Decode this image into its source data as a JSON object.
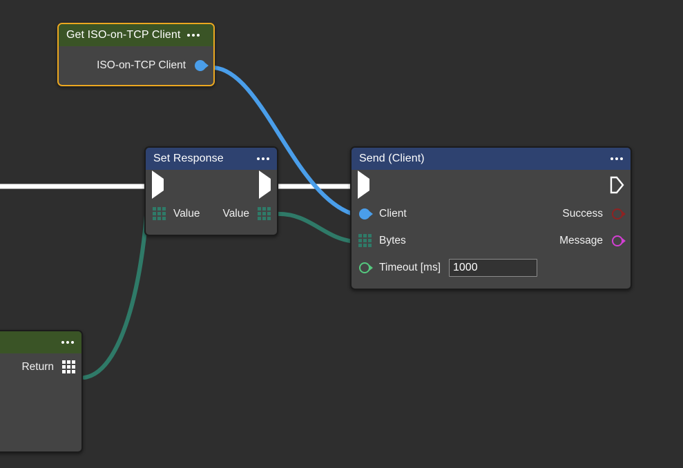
{
  "canvas": {
    "background": "#2e2e2e",
    "node_body_color": "#444444",
    "node_border_color": "#1b1b1b",
    "selection_color": "#eca820",
    "header_blue": "#2e4270",
    "header_green": "#3a5426",
    "wire_exec_color": "#ffffff",
    "wire_object_color": "#4a9eea",
    "wire_struct_color": "#2f7a68"
  },
  "nodes": {
    "get_client": {
      "title": "Get ISO-on-TCP Client",
      "menu_icon": "ellipsis-icon",
      "selected": true,
      "header_color": "#3a5426",
      "outputs": [
        {
          "label": "ISO-on-TCP Client",
          "pin": "object-pin-filled",
          "color": "#4a9eea"
        }
      ]
    },
    "set_response": {
      "title": "Set Response",
      "menu_icon": "ellipsis-icon",
      "header_color": "#2e4270",
      "exec_in": "exec-pin-filled",
      "exec_out": "exec-pin-filled",
      "inputs": [
        {
          "label": "Value",
          "pin": "struct-grid-pin",
          "color": "#2f7a68"
        }
      ],
      "outputs": [
        {
          "label": "Value",
          "pin": "struct-grid-pin",
          "color": "#2f7a68"
        }
      ]
    },
    "send_client": {
      "title": "Send (Client)",
      "menu_icon": "ellipsis-icon",
      "header_color": "#2e4270",
      "exec_in": "exec-pin-filled",
      "exec_out": "exec-pin-outline",
      "inputs": [
        {
          "label": "Client",
          "pin": "object-pin-filled",
          "color": "#4a9eea",
          "value": null
        },
        {
          "label": "Bytes",
          "pin": "struct-grid-pin",
          "color": "#2f7a68",
          "value": null
        },
        {
          "label": "Timeout [ms]",
          "pin": "number-pin-hollow",
          "color": "#55c97f",
          "value": "1000"
        }
      ],
      "outputs": [
        {
          "label": "Success",
          "pin": "bool-pin-hollow",
          "color": "#8f2222"
        },
        {
          "label": "Message",
          "pin": "string-pin-hollow",
          "color": "#d43fd4"
        }
      ]
    },
    "return_node": {
      "title": "",
      "menu_icon": "ellipsis-icon",
      "header_color": "#3a5426",
      "inputs": [
        {
          "label": "Return",
          "pin": "struct-grid-pin-white",
          "color": "#ffffff"
        }
      ]
    }
  }
}
